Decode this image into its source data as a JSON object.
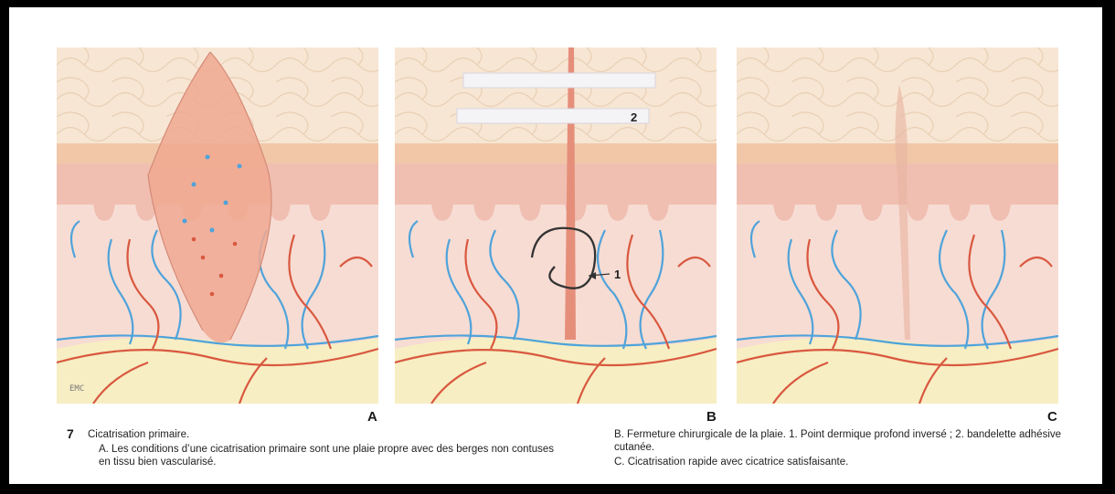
{
  "figure": {
    "number": "7",
    "title": "Cicatrisation primaire.",
    "caption_a": "A. Les conditions d’une cicatrisation primaire sont une plaie propre avec des berges non contuses en tissu bien vascularisé.",
    "caption_b": "B. Fermeture chirurgicale de la plaie. 1. Point dermique profond inversé ; 2. bandelette adhésive cutanée.",
    "caption_c": "C. Cicatrisation rapide avec cicatrice satisfaisante."
  },
  "panels": [
    {
      "letter": "A"
    },
    {
      "letter": "B",
      "callouts": [
        "1",
        "2"
      ]
    },
    {
      "letter": "C"
    }
  ],
  "signature": "EMC",
  "colors": {
    "background_frame": "#000000",
    "epidermis": "#f3c6b6",
    "dermis": "#f6d8cf",
    "fat": "#f7edc2",
    "artery": "#d9583f",
    "vein": "#4fa3da",
    "surface_cells": "#f6e3cf"
  }
}
